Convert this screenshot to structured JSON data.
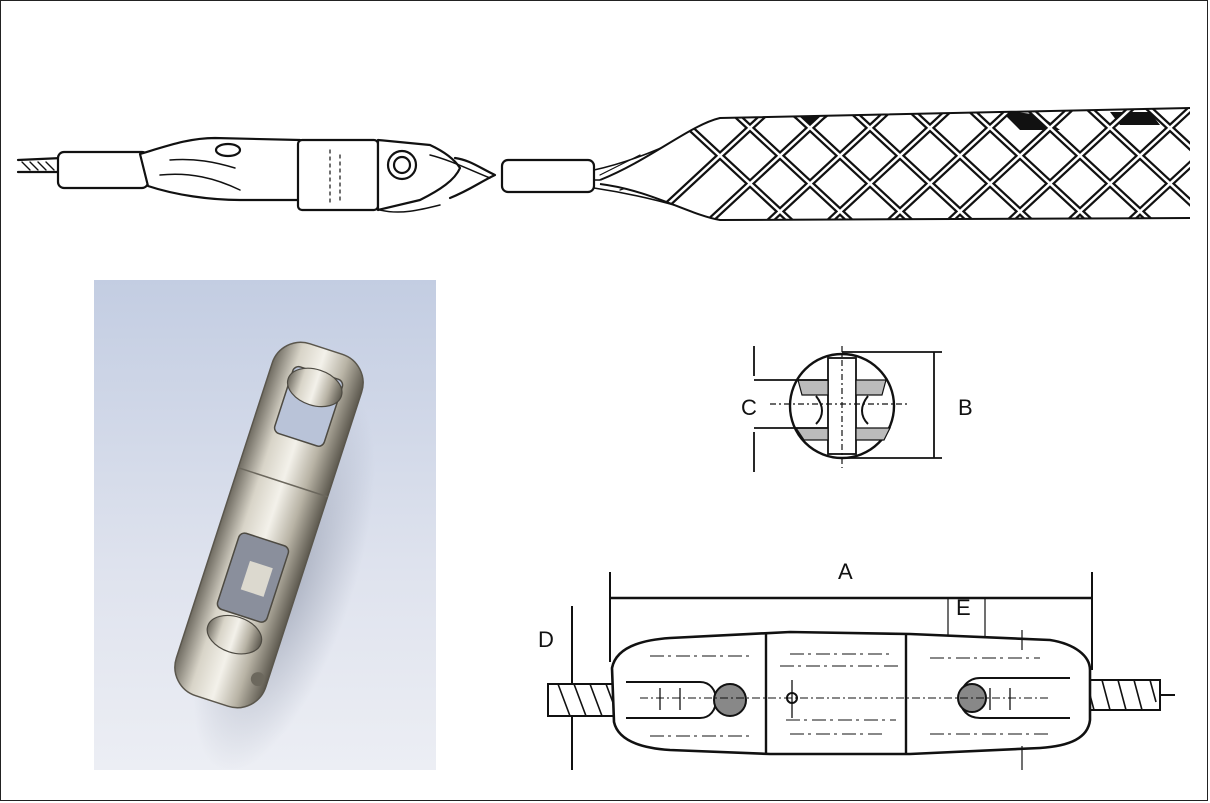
{
  "labels": {
    "a": "A",
    "b": "B",
    "c": "C",
    "d": "D",
    "e": "E"
  },
  "colors": {
    "ink": "#111111",
    "photo_bg_top": "#c9d3e6",
    "photo_bg_bottom": "#e7e9f1",
    "metal_light": "#e4e1d6",
    "metal_dark": "#7b776c"
  },
  "icons": {
    "grip_assembly": "cable-pulling-grip-with-swivel-illustration",
    "swivel_photo": "swivel-connector-photo",
    "cross_section": "swivel-cross-section-drawing",
    "side_view": "swivel-side-view-drawing"
  }
}
